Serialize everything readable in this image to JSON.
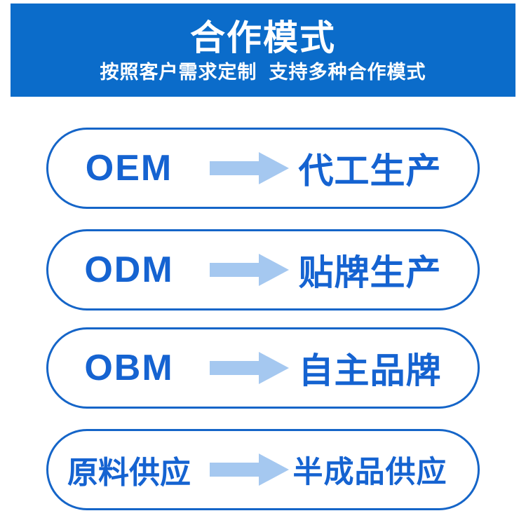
{
  "header": {
    "title": "合作模式",
    "subtitle": "按照客户需求定制  支持多种合作模式"
  },
  "rows": [
    {
      "left": "OEM",
      "right": "代工生产"
    },
    {
      "left": "ODM",
      "right": "贴牌生产"
    },
    {
      "left": "OBM",
      "right": "自主品牌"
    },
    {
      "left": "原料供应",
      "right": "半成品供应"
    }
  ],
  "icons": {
    "arrow": "arrow-right-icon"
  },
  "colors": {
    "header_background": "#0b6cca",
    "pill_border": "#1565c8",
    "text_blue": "#1563d1",
    "arrow_fill": "#a5c8f0",
    "header_text": "#ffffff",
    "page_background": "#ffffff"
  }
}
